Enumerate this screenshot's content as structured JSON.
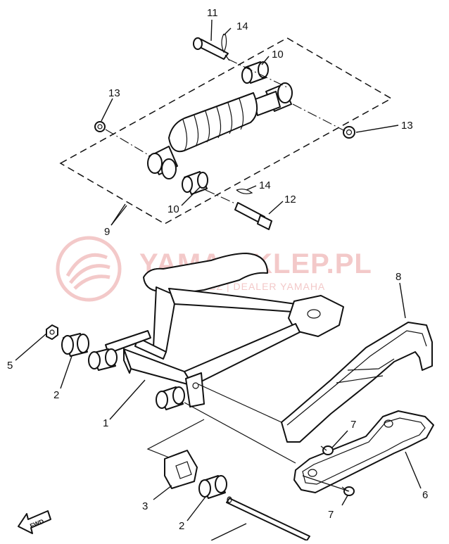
{
  "watermark": {
    "brand": "YAMA-SKLEP.PL",
    "tagline": "EROWICZ | DEALER YAMAHA",
    "color": "#f3c9c9"
  },
  "callouts": [
    {
      "id": "c11a",
      "text": "11"
    },
    {
      "id": "c14a",
      "text": "14"
    },
    {
      "id": "c10a",
      "text": "10"
    },
    {
      "id": "c13a",
      "text": "13"
    },
    {
      "id": "c13b",
      "text": "13"
    },
    {
      "id": "c14b",
      "text": "14"
    },
    {
      "id": "c12",
      "text": "12"
    },
    {
      "id": "c10b",
      "text": "10"
    },
    {
      "id": "c9",
      "text": "9"
    },
    {
      "id": "c8",
      "text": "8"
    },
    {
      "id": "c5",
      "text": "5"
    },
    {
      "id": "c2a",
      "text": "2"
    },
    {
      "id": "c1",
      "text": "1"
    },
    {
      "id": "c7a",
      "text": "7"
    },
    {
      "id": "c6",
      "text": "6"
    },
    {
      "id": "c3",
      "text": "3"
    },
    {
      "id": "c7b",
      "text": "7"
    },
    {
      "id": "c2b",
      "text": "2"
    }
  ],
  "fwd_label": "FWD"
}
